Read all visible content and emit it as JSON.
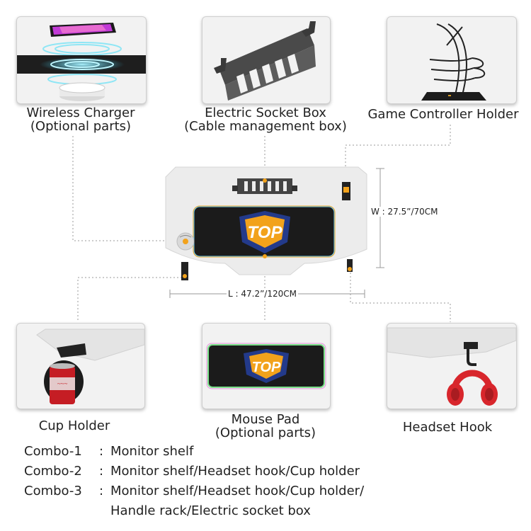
{
  "accessories": {
    "wireless_charger": {
      "name": "Wireless Charger",
      "note": "(Optional parts)"
    },
    "socket_box": {
      "name": "Electric Socket Box",
      "note": "(Cable management box)"
    },
    "controller_holder": {
      "name": "Game Controller Holder"
    },
    "cup_holder": {
      "name": "Cup Holder"
    },
    "mouse_pad": {
      "name": "Mouse Pad",
      "note": "(Optional parts)"
    },
    "headset_hook": {
      "name": "Headset Hook"
    }
  },
  "dimensions": {
    "width": "W : 27.5”/70CM",
    "length": "L : 47.2”/120CM"
  },
  "logo_text": "TOP",
  "combos": [
    {
      "name": "Combo-1",
      "sep": ":",
      "items": "Monitor shelf"
    },
    {
      "name": "Combo-2",
      "sep": ":",
      "items": "Monitor shelf/Headset hook/Cup holder"
    },
    {
      "name": "Combo-3",
      "sep": ":",
      "items": "Monitor shelf/Headset hook/Cup holder/",
      "continuation": "Handle rack/Electric socket box"
    }
  ],
  "colors": {
    "background": "#ffffff",
    "card": "#f2f2f2",
    "accent_orange": "#f2a21b",
    "mousepad_dark": "#1b1b1b",
    "headset_red": "#d8262c",
    "guide_line": "#9a9a9a"
  }
}
